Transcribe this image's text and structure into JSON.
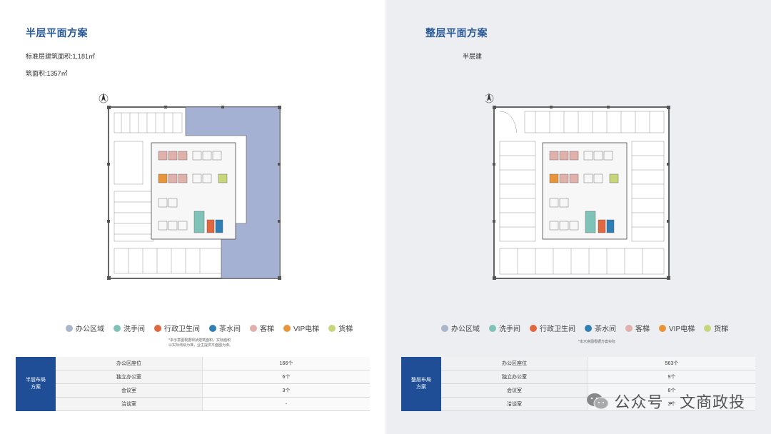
{
  "left": {
    "title": "半层平面方案",
    "note1": "标准层建筑面积:1,181㎡",
    "note2": "筑面积:1357㎡",
    "footnote": "*本示意图根据现状建筑面积，实际面积以实际测绘为准，业主提供平面图为准。",
    "table": {
      "header": "半层布局\n方案",
      "rows": [
        {
          "label": "办公区座位",
          "value": "166个"
        },
        {
          "label": "独立办公室",
          "value": "6个"
        },
        {
          "label": "会议室",
          "value": "3个"
        },
        {
          "label": "洽谈室",
          "value": "-"
        }
      ]
    }
  },
  "right": {
    "title": "整层平面方案",
    "note1": "半层建",
    "footnote": "*本示意图根据方案实际",
    "table": {
      "header": "整层布局\n方案",
      "rows": [
        {
          "label": "办公区座位",
          "value": "563个"
        },
        {
          "label": "独立办公室",
          "value": "9个"
        },
        {
          "label": "会议室",
          "value": "8个"
        },
        {
          "label": "洽谈室",
          "value": "3个"
        }
      ]
    }
  },
  "legend": [
    {
      "label": "办公区域",
      "color": "#a9b6cc"
    },
    {
      "label": "洗手间",
      "color": "#7fc3b8"
    },
    {
      "label": "行政卫生间",
      "color": "#e0673f"
    },
    {
      "label": "茶水间",
      "color": "#2f7fb5"
    },
    {
      "label": "客梯",
      "color": "#e0b0aa"
    },
    {
      "label": "VIP电梯",
      "color": "#e8953a"
    },
    {
      "label": "货梯",
      "color": "#c7d67a"
    }
  ],
  "watermark": "公众号 · 文商政投"
}
